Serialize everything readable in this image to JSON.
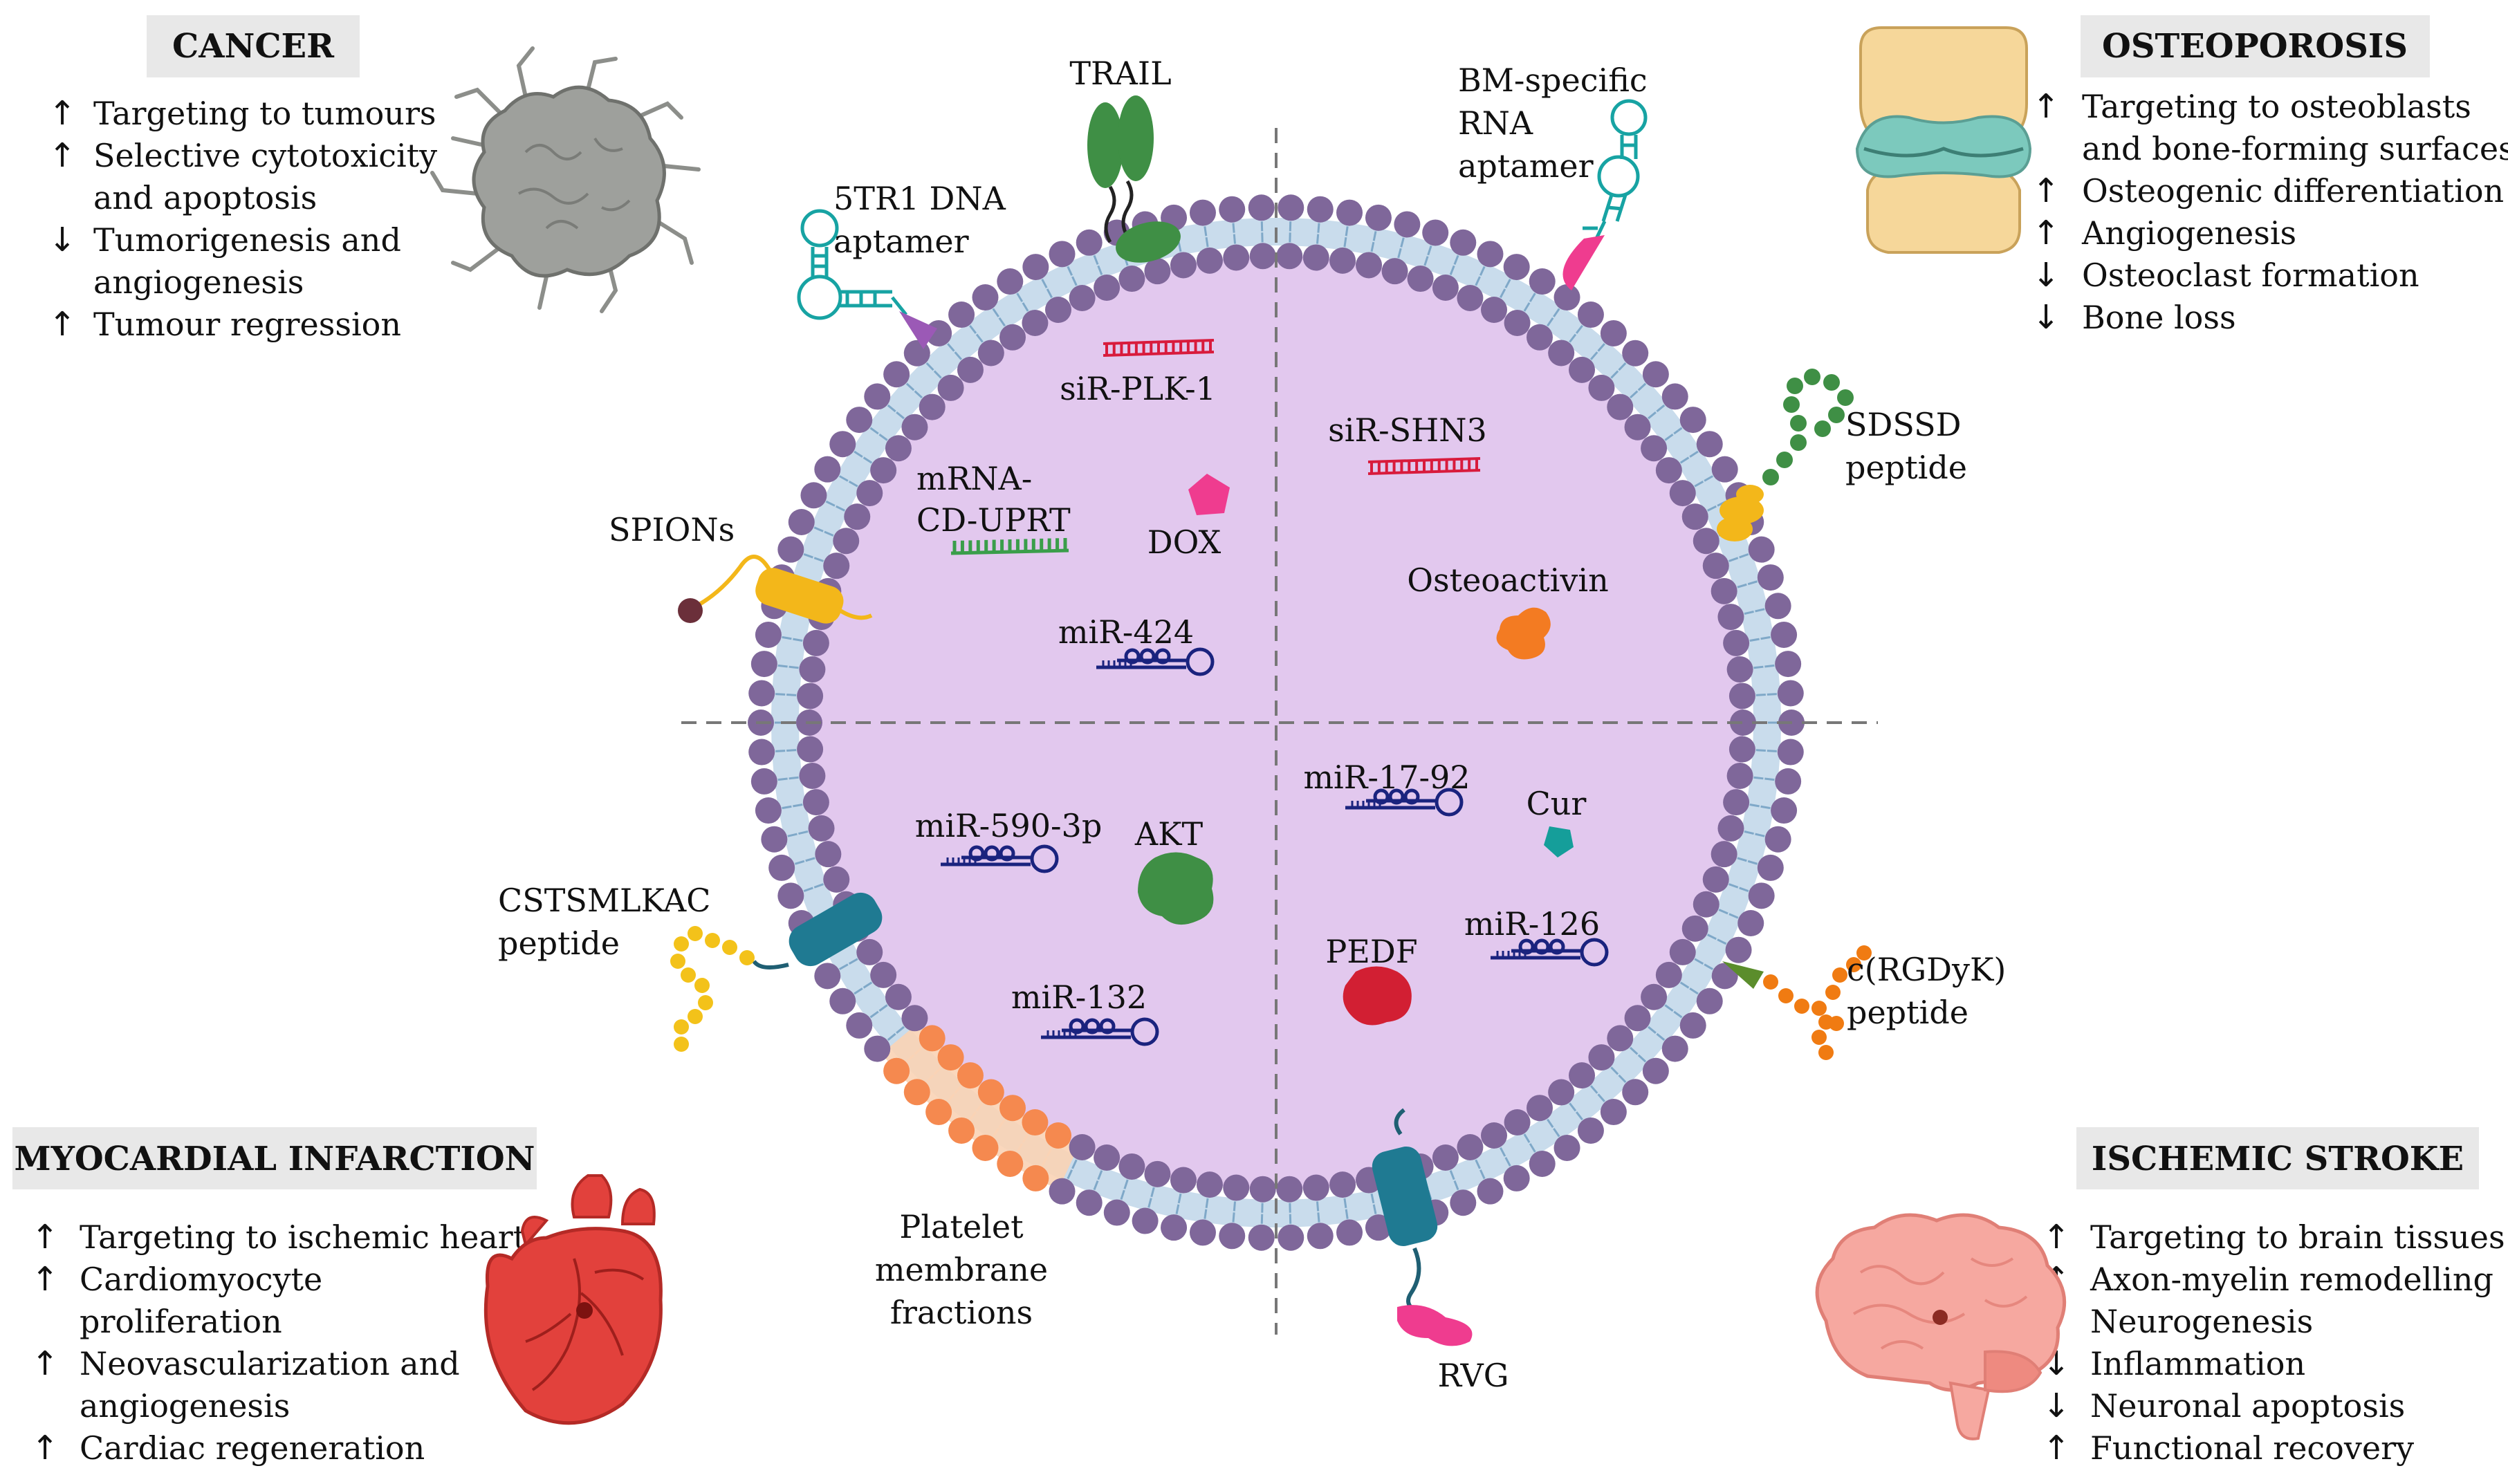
{
  "colors": {
    "membrane": "#7f679a",
    "tails": "#c9dcec",
    "interior": "#e2c8ee",
    "platelet": "#f5894f",
    "platelet_tails": "#f9d3b5",
    "cancer": "#9ea09c",
    "heart": "#e2413c",
    "joint": "#f6d79a",
    "joint_cartilage": "#7cc9bd",
    "brain": "#f6a8a0",
    "rna_blue": "#1a237e",
    "sirna_red": "#d81b3c",
    "mrna_green": "#3a9e4a",
    "dox_pink": "#ef3c8f",
    "osteoactivin_orange": "#f37b22",
    "akt_green": "#3f8f45",
    "pedf_red": "#d21f33",
    "cur_teal": "#159e9a"
  },
  "quadrants": {
    "cancer": {
      "title": "CANCER",
      "effects": [
        {
          "arrow": "↑",
          "lines": [
            "Targeting to tumours"
          ]
        },
        {
          "arrow": "↑",
          "lines": [
            "Selective cytotoxicity",
            "and apoptosis"
          ]
        },
        {
          "arrow": "↓",
          "lines": [
            "Tumorigenesis and",
            "angiogenesis"
          ]
        },
        {
          "arrow": "↑",
          "lines": [
            "Tumour regression"
          ]
        }
      ]
    },
    "osteoporosis": {
      "title": "OSTEOPOROSIS",
      "effects": [
        {
          "arrow": "↑",
          "lines": [
            "Targeting to osteoblasts",
            "and bone-forming surfaces"
          ]
        },
        {
          "arrow": "↑",
          "lines": [
            "Osteogenic differentiation"
          ]
        },
        {
          "arrow": "↑",
          "lines": [
            "Angiogenesis"
          ]
        },
        {
          "arrow": "↓",
          "lines": [
            "Osteoclast formation"
          ]
        },
        {
          "arrow": "↓",
          "lines": [
            "Bone loss"
          ]
        }
      ]
    },
    "mi": {
      "title": "MYOCARDIAL INFARCTION",
      "effects": [
        {
          "arrow": "↑",
          "lines": [
            "Targeting to ischemic heart"
          ]
        },
        {
          "arrow": "↑",
          "lines": [
            "Cardiomyocyte",
            "proliferation"
          ]
        },
        {
          "arrow": "↑",
          "lines": [
            "Neovascularization and",
            "angiogenesis"
          ]
        },
        {
          "arrow": "↑",
          "lines": [
            "Cardiac regeneration"
          ]
        }
      ]
    },
    "stroke": {
      "title": "ISCHEMIC STROKE",
      "effects": [
        {
          "arrow": "↑",
          "lines": [
            "Targeting to brain tissues"
          ]
        },
        {
          "arrow": "↑",
          "lines": [
            "Axon-myelin remodelling"
          ]
        },
        {
          "arrow": "↑",
          "lines": [
            "Neurogenesis"
          ]
        },
        {
          "arrow": "↓",
          "lines": [
            "Inflammation"
          ]
        },
        {
          "arrow": "↓",
          "lines": [
            "Neuronal apoptosis"
          ]
        },
        {
          "arrow": "↑",
          "lines": [
            "Functional recovery"
          ]
        }
      ]
    }
  },
  "surface_labels": {
    "trail": [
      "TRAIL"
    ],
    "aptamer_5tr1": [
      "5TR1 DNA",
      "aptamer"
    ],
    "bm_aptamer": [
      "BM-specific",
      "RNA",
      "aptamer"
    ],
    "sdssd": [
      "SDSSD",
      "peptide"
    ],
    "spions": [
      "SPIONs"
    ],
    "cstsmlkac": [
      "CSTSMLKAC",
      "peptide"
    ],
    "rgdyk": [
      "c(RGDyK)",
      "peptide"
    ],
    "platelet": [
      "Platelet",
      "membrane",
      "fractions"
    ],
    "rvg": [
      "RVG"
    ]
  },
  "cargo_labels": {
    "sir_plk1": "siR-PLK-1",
    "mrna": [
      "mRNA-",
      "CD-UPRT"
    ],
    "dox": "DOX",
    "mir424": "miR-424",
    "sir_shn3": "siR-SHN3",
    "osteoactivin": "Osteoactivin",
    "mir590": "miR-590-3p",
    "akt": "AKT",
    "mir132": "miR-132",
    "mir1792": "miR-17-92",
    "cur": "Cur",
    "mir126": "miR-126",
    "pedf": "PEDF"
  }
}
